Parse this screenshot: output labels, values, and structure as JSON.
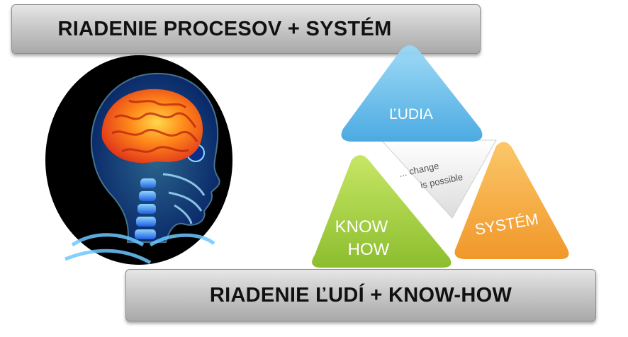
{
  "banners": {
    "top": "RIADENIE PROCESOV + SYSTÉM",
    "bottom": "RIADENIE ĽUDÍ + KNOW-HOW"
  },
  "triangles": {
    "top": "ĽUDIA",
    "left_line1": "KNOW",
    "left_line2": "HOW",
    "right": "SYSTÉM",
    "center_line1": "... change",
    "center_line2": "is possible"
  },
  "colors": {
    "blue": "#5fb8e6",
    "green": "#9dcc36",
    "orange": "#f6a83c",
    "brain": "#ff7a18"
  }
}
